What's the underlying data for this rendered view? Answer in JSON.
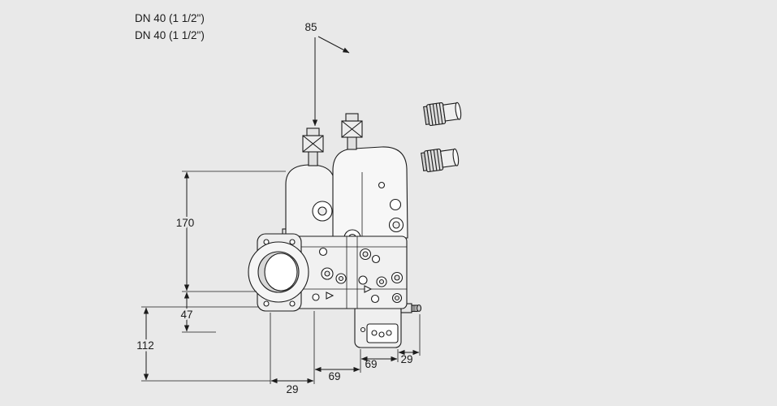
{
  "colors": {
    "background": "#e9e9e9",
    "line": "#1c1c1c"
  },
  "connection_labels": {
    "line1": "DN 40 (1 1/2\")",
    "line2": "DN 40 (1 1/2\")"
  },
  "dimensions": {
    "plug_spacing": "85",
    "overall_height": "170",
    "lower_height": "47",
    "bottom_height": "112",
    "bottom_offset_left": "29",
    "bottom_span_left": "69",
    "bottom_span_right": "69",
    "bottom_offset_right": "29"
  }
}
